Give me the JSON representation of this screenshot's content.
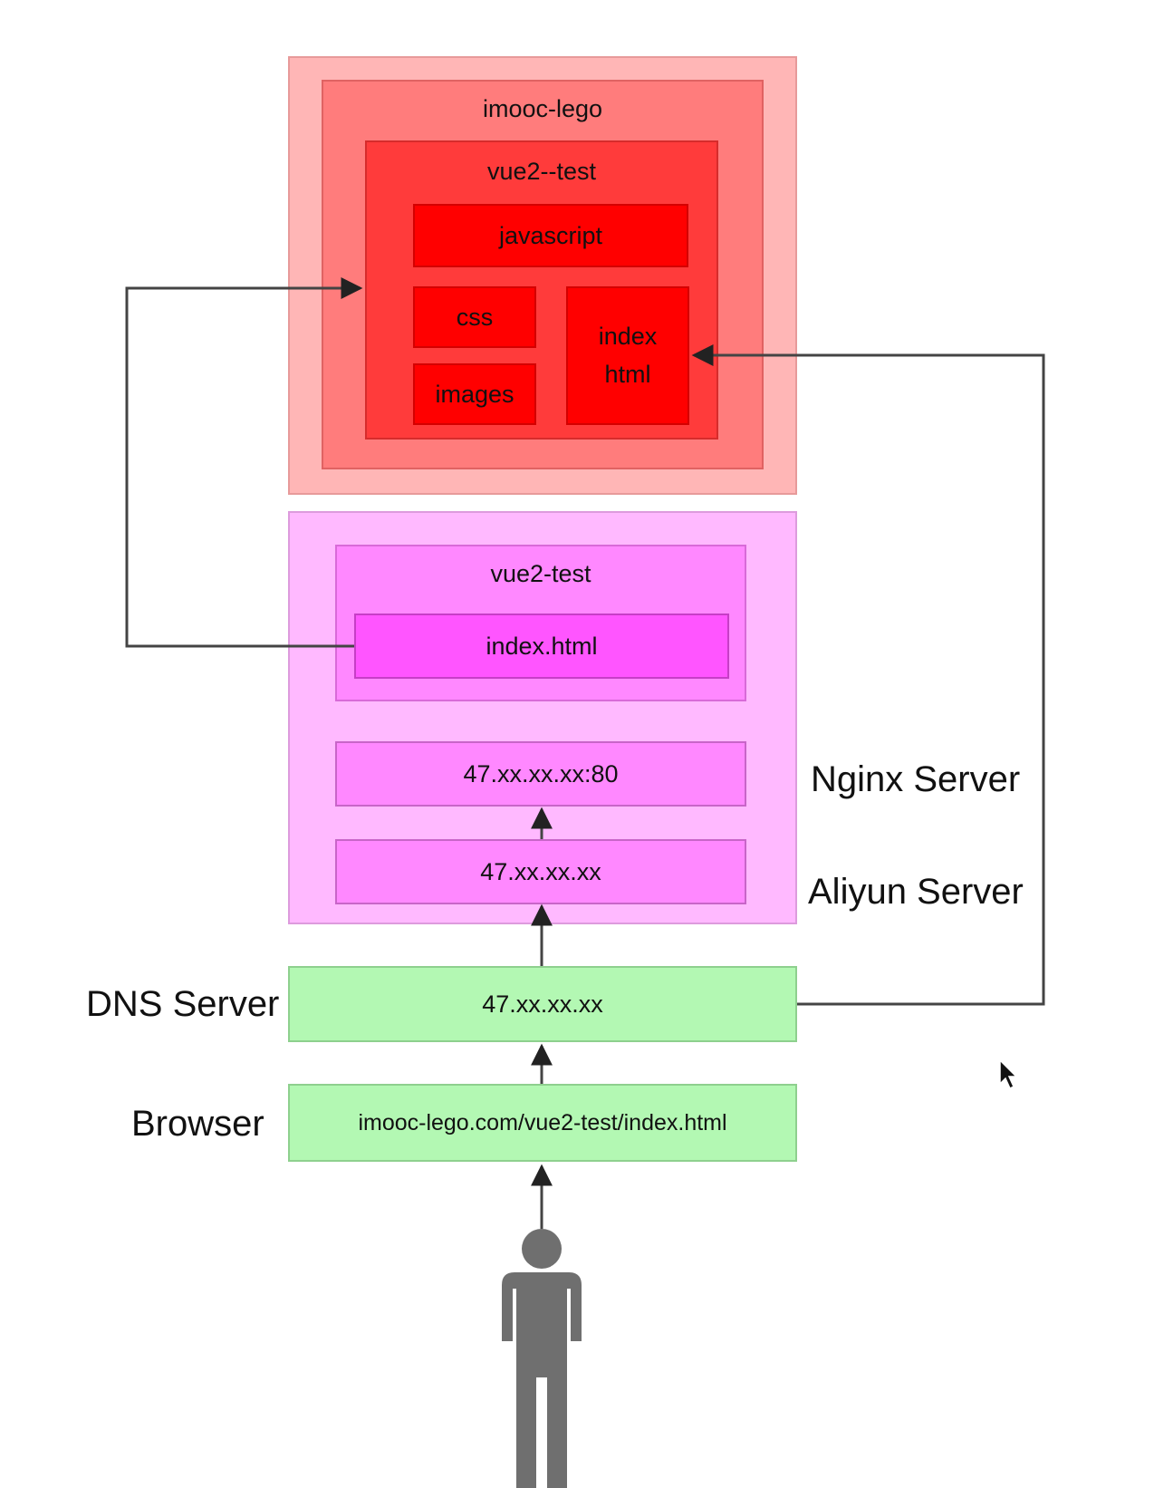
{
  "colors": {
    "cdn_outer": "#ffb6b6",
    "cdn_inner": "#ff7c7c",
    "cdn_mid": "#ff3b3b",
    "cdn_leaf": "#ff0000",
    "server_outer": "#ffb9ff",
    "server_inner": "#ff88ff",
    "server_leaf": "#ff55ff",
    "green": "#b3f8b3",
    "line": "#444444",
    "person": "#6f6f6f"
  },
  "cdn": {
    "bucket_label": "imooc-lego",
    "project_label": "vue2--test",
    "files": {
      "javascript": "javascript",
      "css": "css",
      "images": "images",
      "index_html": "index\nhtml"
    }
  },
  "server": {
    "project_label": "vue2-test",
    "index_file": "index.html",
    "nginx_address": "47.xx.xx.xx:80",
    "host_address": "47.xx.xx.xx",
    "nginx_label": "Nginx Server",
    "aliyun_label": "Aliyun Server"
  },
  "dns": {
    "label": "DNS Server",
    "address": "47.xx.xx.xx"
  },
  "browser": {
    "label": "Browser",
    "url": "imooc-lego.com/vue2-test/index.html"
  },
  "icons": {
    "user": "person-icon",
    "cursor": "mouse-cursor-icon"
  }
}
